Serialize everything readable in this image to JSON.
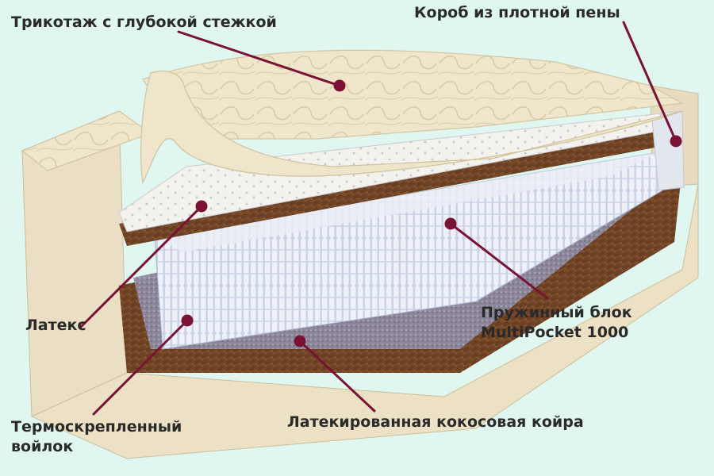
{
  "labels": {
    "knitted_cover": "Трикотаж с глубокой стежкой",
    "foam_box": "Короб из плотной пены",
    "latex": "Латекс",
    "spring_block_line1": "Пружинный блок",
    "spring_block_line2": "MultiPocket 1000",
    "felt_line1": "Термоскрепленный",
    "felt_line2": "войлок",
    "coir": "Латекированная кокосовая койра"
  },
  "colors": {
    "background": "#dff7f0",
    "leader_line": "#7a1236",
    "cover": "#efe6cc",
    "foam": "#e8dcc0",
    "latex": "#f3f1ea",
    "coir": "#6b3f22",
    "springs": "#dde3f0",
    "felt": "#8e8aa0"
  }
}
